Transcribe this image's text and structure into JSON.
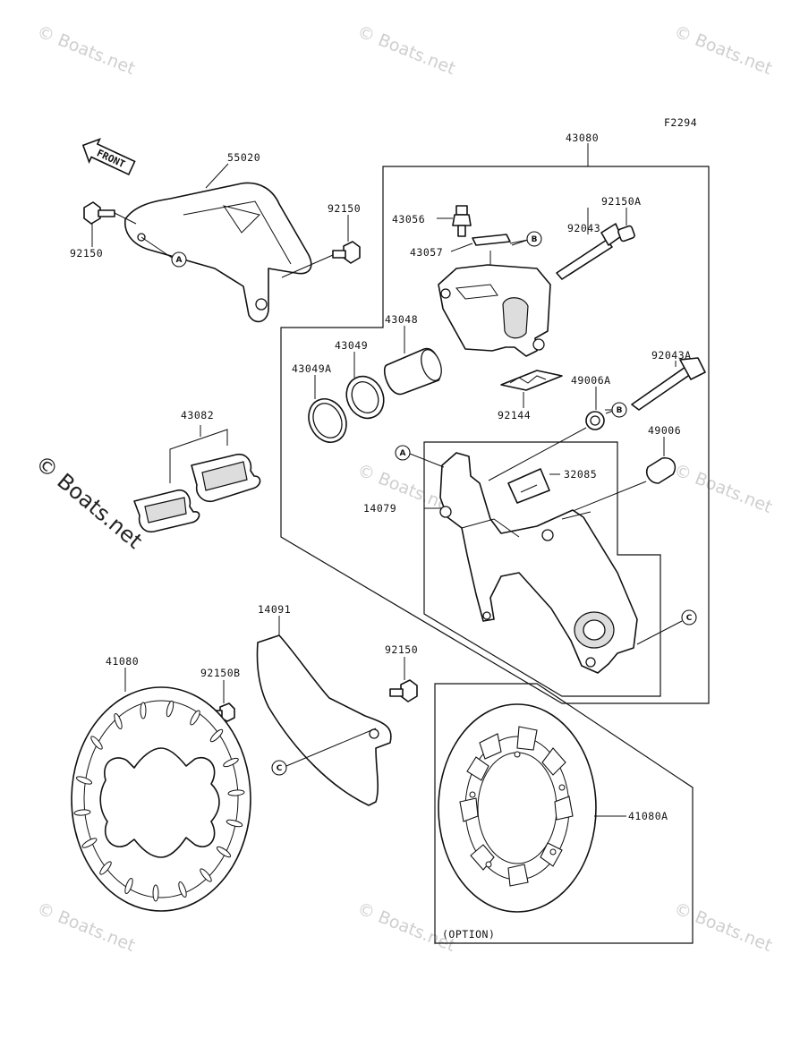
{
  "figure_code": "F2294",
  "front_arrow_text": "FRONT",
  "option_label": "(OPTION)",
  "watermark_text": "© Boats.net",
  "part_labels": {
    "p55020": "55020",
    "p43080": "43080",
    "p92150_top_left": "92150",
    "p92150_top_right": "92150",
    "p43056": "43056",
    "p43057": "43057",
    "p92150A": "92150A",
    "p92043": "92043",
    "p43048": "43048",
    "p43049": "43049",
    "p43049A": "43049A",
    "p92043A": "92043A",
    "p49006A": "49006A",
    "p92144": "92144",
    "p49006": "49006",
    "p43082": "43082",
    "p32085": "32085",
    "p14079": "14079",
    "p14091": "14091",
    "p92150_bottom": "92150",
    "p41080": "41080",
    "p92150B": "92150B",
    "p41080A": "41080A"
  },
  "callouts": {
    "a": "A",
    "b": "B",
    "c": "C"
  }
}
